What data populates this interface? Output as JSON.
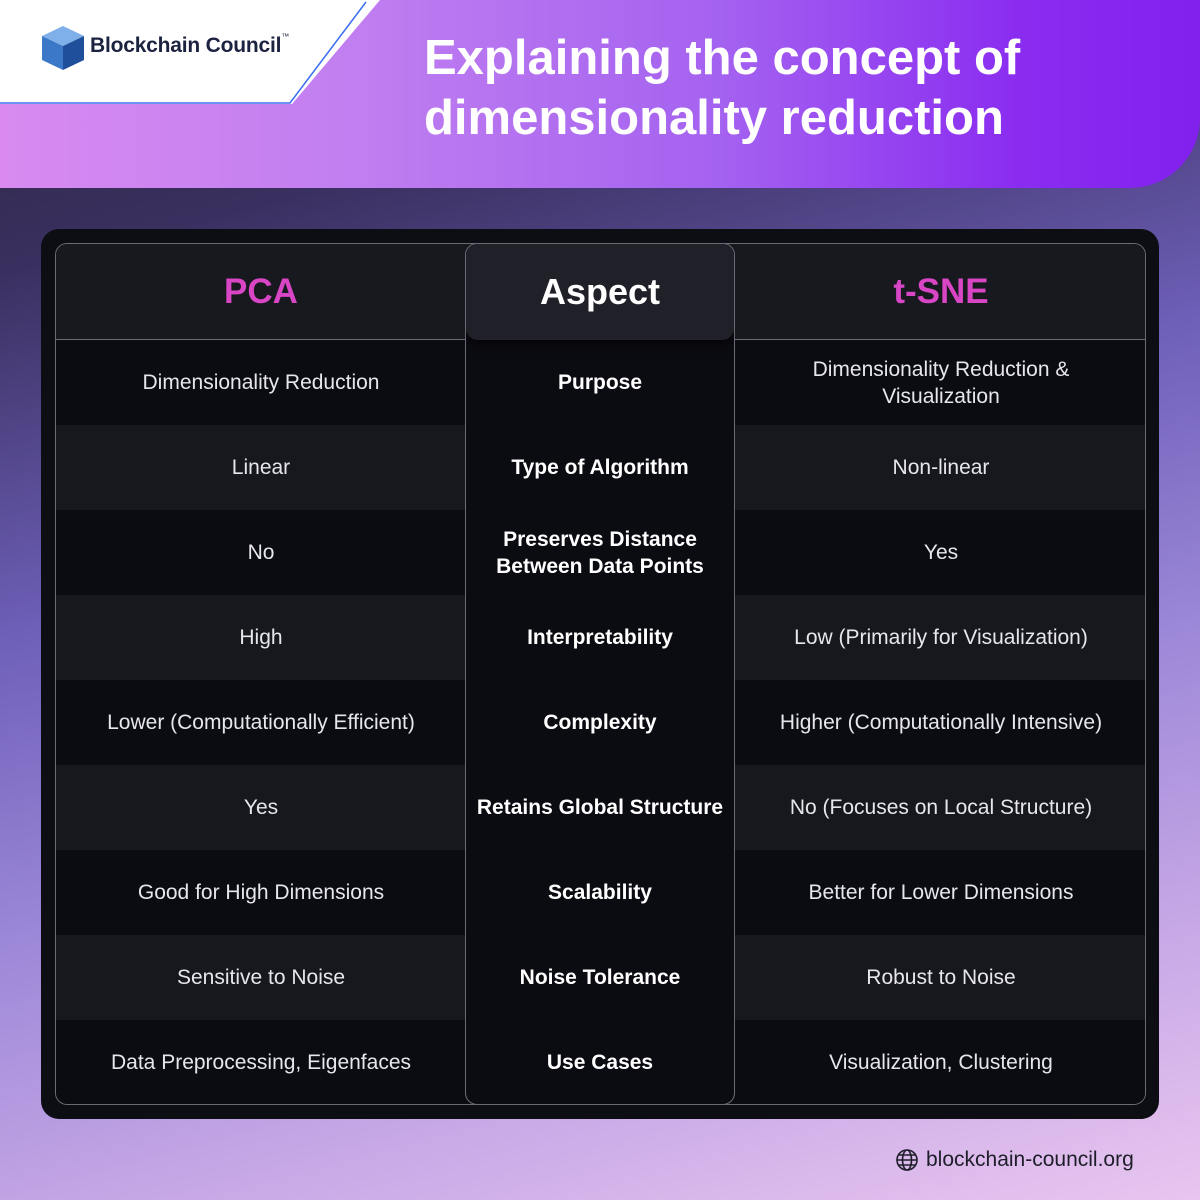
{
  "brand": {
    "name": "Blockchain Council",
    "tm": "™",
    "icon": "cube-icon"
  },
  "title": {
    "line1": "Explaining the concept of",
    "line2": "dimensionality reduction"
  },
  "table": {
    "headers": {
      "left": "PCA",
      "center": "Aspect",
      "right": "t-SNE"
    },
    "rows": [
      {
        "aspect": "Purpose",
        "pca": "Dimensionality Reduction",
        "tsne": "Dimensionality Reduction & Visualization"
      },
      {
        "aspect": "Type of Algorithm",
        "pca": "Linear",
        "tsne": "Non-linear"
      },
      {
        "aspect": "Preserves Distance Between Data Points",
        "pca": "No",
        "tsne": "Yes"
      },
      {
        "aspect": "Interpretability",
        "pca": "High",
        "tsne": "Low (Primarily for Visualization)"
      },
      {
        "aspect": "Complexity",
        "pca": "Lower (Computationally Efficient)",
        "tsne": "Higher (Computationally Intensive)"
      },
      {
        "aspect": "Retains Global Structure",
        "pca": "Yes",
        "tsne": "No (Focuses on Local Structure)"
      },
      {
        "aspect": "Scalability",
        "pca": "Good for High Dimensions",
        "tsne": "Better for Lower Dimensions"
      },
      {
        "aspect": "Noise Tolerance",
        "pca": "Sensitive to Noise",
        "tsne": "Robust to Noise"
      },
      {
        "aspect": "Use Cases",
        "pca": "Data Preprocessing, Eigenfaces",
        "tsne": "Visualization, Clustering"
      }
    ]
  },
  "footer": {
    "url": "blockchain-council.org",
    "icon": "globe-icon"
  },
  "colors": {
    "accent_pink": "#d846c6",
    "header_purple": "#8a2cf0",
    "panel": "#0d0d14"
  }
}
